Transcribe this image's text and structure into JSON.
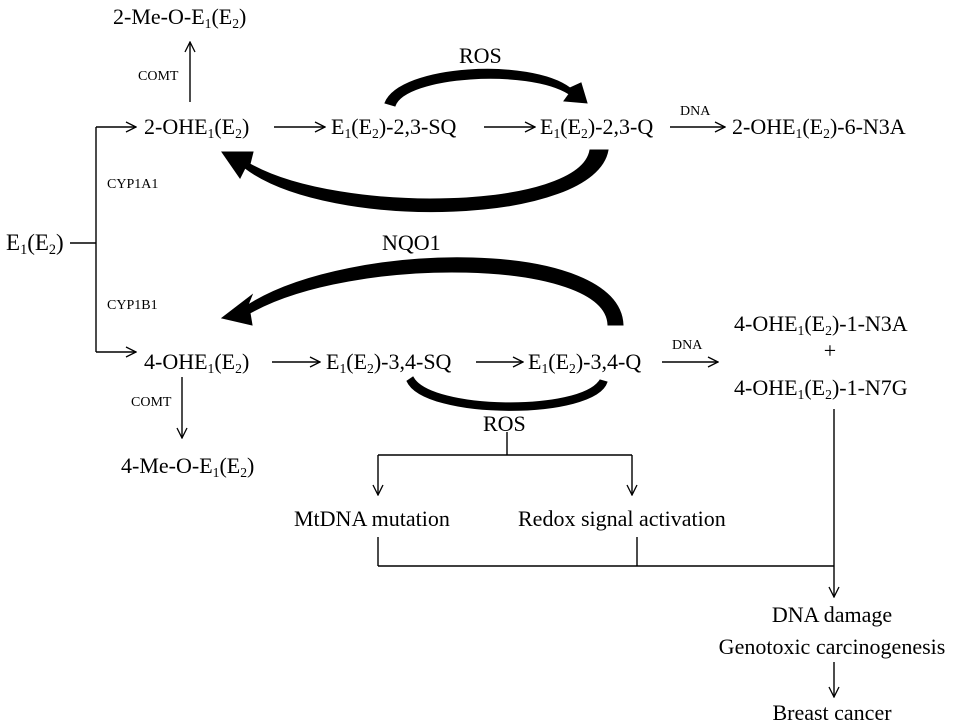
{
  "diagram": {
    "start_compound": {
      "base": "E",
      "sub1": "1",
      "mid": "(E",
      "sub2": "2",
      "end": ")"
    },
    "upper_branch": {
      "enzyme_label": "CYP1A1",
      "methylation_enzyme": "COMT",
      "methylated_product": {
        "pre": "2-Me-O-E",
        "sub1": "1",
        "mid": "(E",
        "sub2": "2",
        "end": ")"
      },
      "catechol": {
        "pre": "2-OHE",
        "sub1": "1",
        "mid": "(E",
        "sub2": "2",
        "end": ")"
      },
      "semiquinone": {
        "pre": "E",
        "sub1": "1",
        "mid": "(E",
        "sub2": "2",
        "end": ")-2,3-SQ"
      },
      "quinone": {
        "pre": "E",
        "sub1": "1",
        "mid": "(E",
        "sub2": "2",
        "end": ")-2,3-Q"
      },
      "cycle_label": "ROS",
      "dna_label": "DNA",
      "adduct": {
        "pre": "2-OHE",
        "sub1": "1",
        "mid": "(E",
        "sub2": "2",
        "end": ")-6-N3A"
      }
    },
    "middle_cycle_label": "NQO1",
    "lower_branch": {
      "enzyme_label": "CYP1B1",
      "methylation_enzyme": "COMT",
      "methylated_product": {
        "pre": "4-Me-O-E",
        "sub1": "1",
        "mid": "(E",
        "sub2": "2",
        "end": ")"
      },
      "catechol": {
        "pre": "4-OHE",
        "sub1": "1",
        "mid": "(E",
        "sub2": "2",
        "end": ")"
      },
      "semiquinone": {
        "pre": "E",
        "sub1": "1",
        "mid": "(E",
        "sub2": "2",
        "end": ")-3,4-SQ"
      },
      "quinone": {
        "pre": "E",
        "sub1": "1",
        "mid": "(E",
        "sub2": "2",
        "end": ")-3,4-Q"
      },
      "dna_label": "DNA",
      "adduct_a": {
        "pre": "4-OHE",
        "sub1": "1",
        "mid": "(E",
        "sub2": "2",
        "end": ")-1-N3A"
      },
      "plus": "+",
      "adduct_b": {
        "pre": "4-OHE",
        "sub1": "1",
        "mid": "(E",
        "sub2": "2",
        "end": ")-1-N7G"
      },
      "cycle_label": "ROS"
    },
    "ros_effects": [
      "MtDNA mutation",
      "Redox signal activation"
    ],
    "outcome": {
      "line1": "DNA damage",
      "line2": "Genotoxic carcinogenesis",
      "final": "Breast cancer"
    }
  }
}
